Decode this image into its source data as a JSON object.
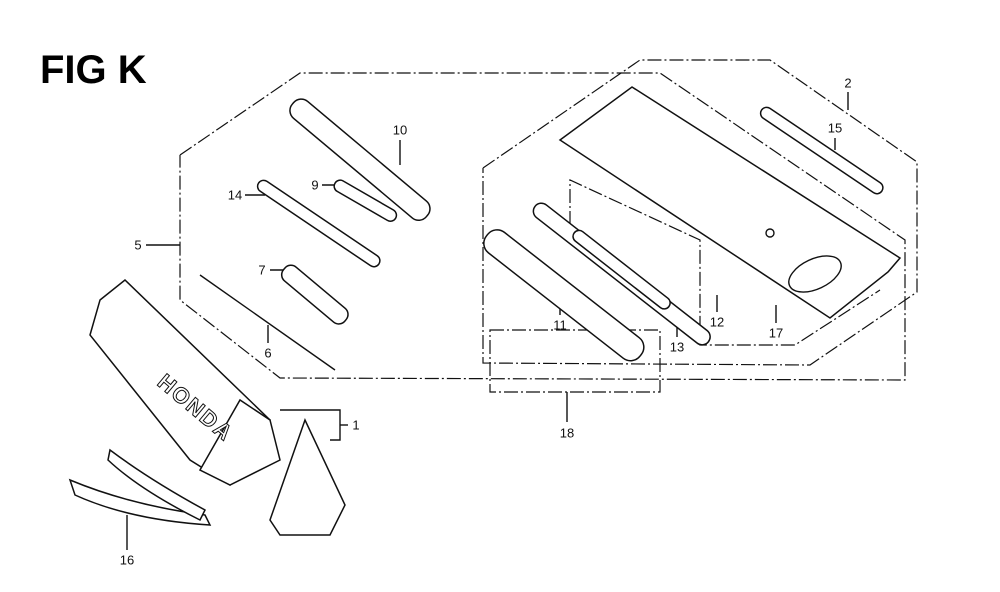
{
  "title": "FIG K",
  "brand_text": "HONDA",
  "part_labels": [
    {
      "id": "1",
      "label": "1"
    },
    {
      "id": "2",
      "label": "2"
    },
    {
      "id": "5",
      "label": "5"
    },
    {
      "id": "6",
      "label": "6"
    },
    {
      "id": "7",
      "label": "7"
    },
    {
      "id": "9",
      "label": "9"
    },
    {
      "id": "10",
      "label": "10"
    },
    {
      "id": "11",
      "label": "11"
    },
    {
      "id": "12",
      "label": "12"
    },
    {
      "id": "13",
      "label": "13"
    },
    {
      "id": "14",
      "label": "14"
    },
    {
      "id": "15",
      "label": "15"
    },
    {
      "id": "16",
      "label": "16"
    },
    {
      "id": "17",
      "label": "17"
    },
    {
      "id": "18",
      "label": "18"
    }
  ]
}
